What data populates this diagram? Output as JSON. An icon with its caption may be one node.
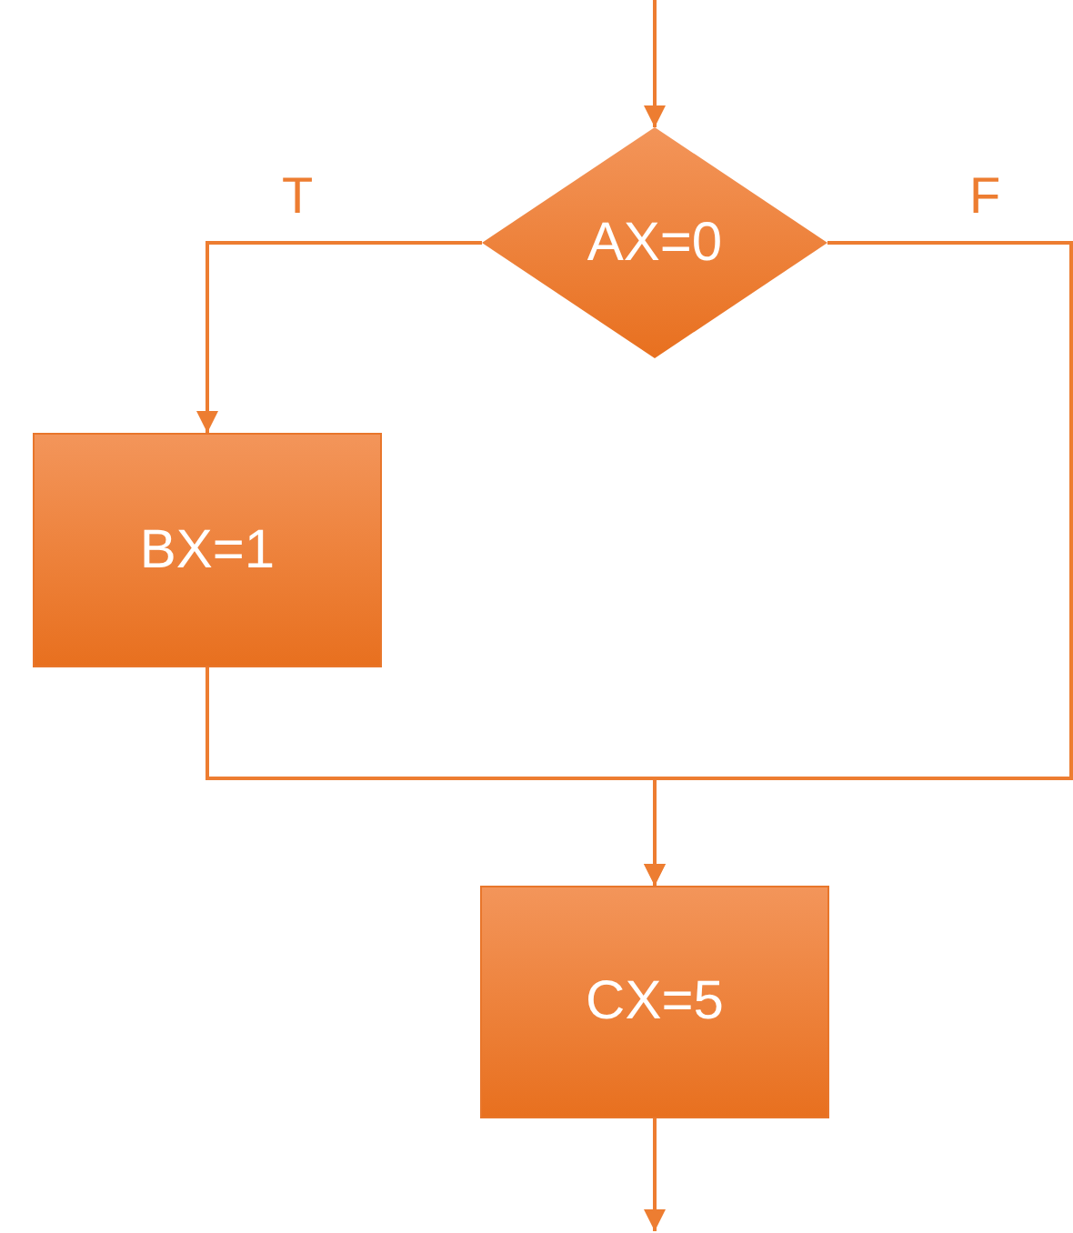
{
  "diagram": {
    "nodes": [
      {
        "text": [
          "AX=0"
        ]
      },
      {
        "text": [
          "BX=1"
        ]
      },
      {
        "text": [
          "CX=5"
        ]
      }
    ],
    "edges": [
      {
        "from": null,
        "to": 0,
        "arrow": "to"
      },
      {
        "from": 0,
        "to": 1,
        "arrow": "to",
        "label": "T"
      },
      {
        "from": 0,
        "to": 2,
        "arrow": "to",
        "label": "F"
      },
      {
        "from": 1,
        "to": 2,
        "arrow": "to"
      },
      {
        "from": 2,
        "to": null,
        "arrow": "to"
      }
    ]
  }
}
